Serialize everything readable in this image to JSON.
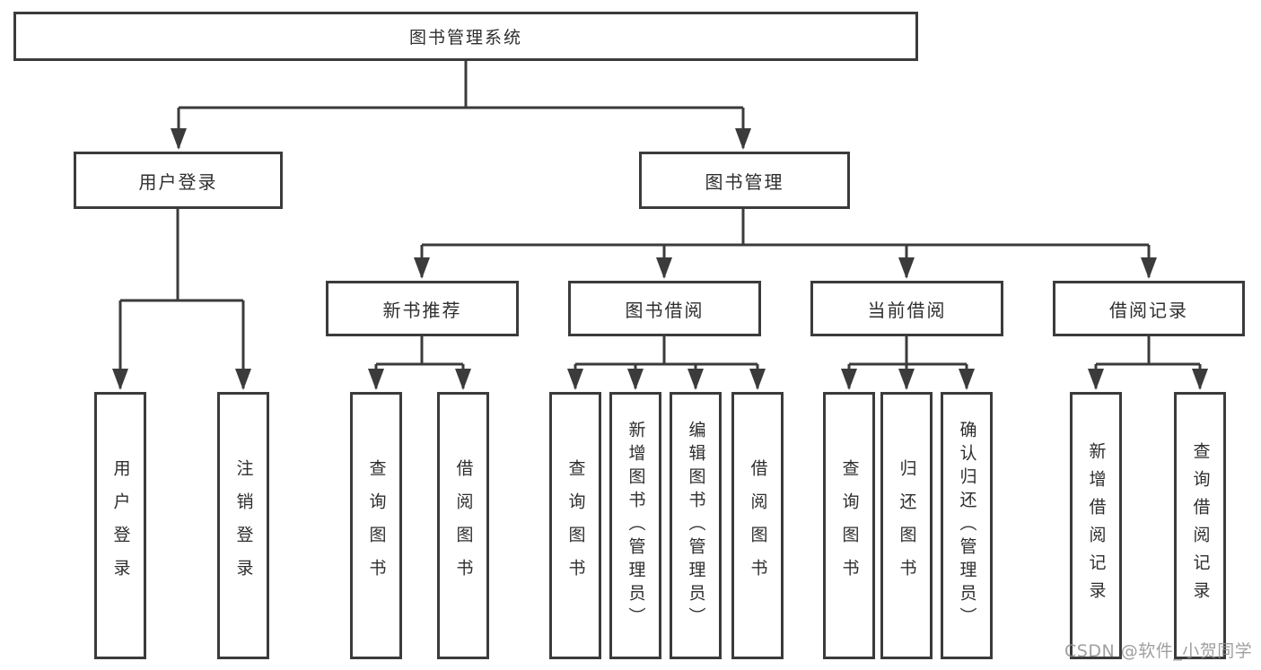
{
  "diagram_type": "tree",
  "tree": {
    "label": "图书管理系统",
    "children": [
      {
        "label": "用户登录",
        "children": [
          {
            "label": "用户登录"
          },
          {
            "label": "注销登录"
          }
        ]
      },
      {
        "label": "图书管理",
        "children": [
          {
            "label": "新书推荐",
            "children": [
              {
                "label": "查询图书"
              },
              {
                "label": "借阅图书"
              }
            ]
          },
          {
            "label": "图书借阅",
            "children": [
              {
                "label": "查询图书"
              },
              {
                "label": "新增图书（管理员）"
              },
              {
                "label": "编辑图书（管理员）"
              },
              {
                "label": "借阅图书"
              }
            ]
          },
          {
            "label": "当前借阅",
            "children": [
              {
                "label": "查询图书"
              },
              {
                "label": "归还图书"
              },
              {
                "label": "确认归还（管理员）"
              }
            ]
          },
          {
            "label": "借阅记录",
            "children": [
              {
                "label": "新增借阅记录"
              },
              {
                "label": "查询借阅记录"
              }
            ]
          }
        ]
      }
    ]
  },
  "watermark": {
    "text": "CSDN @软件_小贺同学"
  },
  "colors": {
    "line": "#3b3b3b",
    "text": "#2e2e2e",
    "box_background": "#ffffff",
    "page_background": "#ffffff",
    "watermark": "#8f8f8f"
  }
}
